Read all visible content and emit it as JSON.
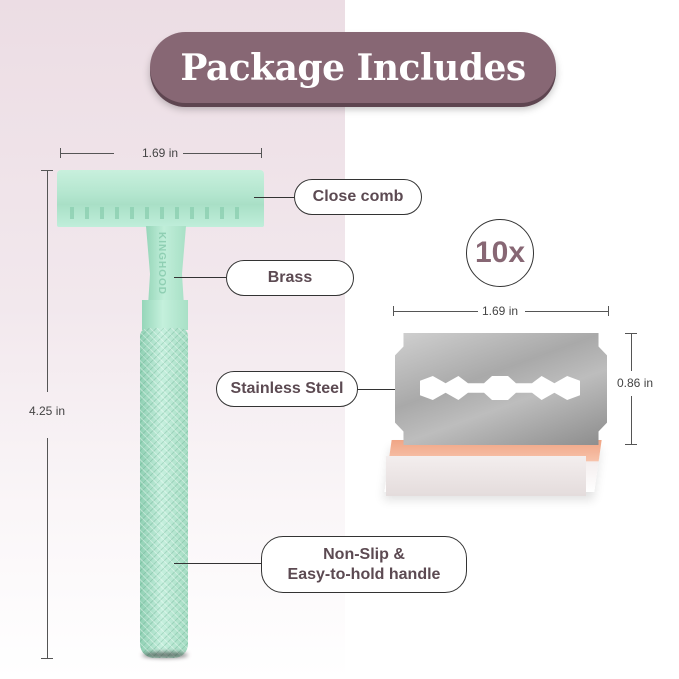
{
  "header": {
    "title": "Package Includes"
  },
  "colors": {
    "banner": "#876774",
    "accent_text": "#876774",
    "callout_text": "#5c4a52",
    "razor_mint": "#b4e6cf",
    "left_bg": "#ecdde4"
  },
  "razor": {
    "width_label": "1.69 in",
    "height_label": "4.25 in",
    "brand_text": "KINGHOOD",
    "callouts": [
      {
        "label": "Close comb"
      },
      {
        "label": "Brass"
      },
      {
        "label_line1": "Non-Slip &",
        "label_line2": "Easy-to-hold handle"
      }
    ]
  },
  "blades": {
    "quantity_badge": "10x",
    "width_label": "1.69 in",
    "height_label": "0.86 in",
    "callout": "Stainless Steel"
  }
}
